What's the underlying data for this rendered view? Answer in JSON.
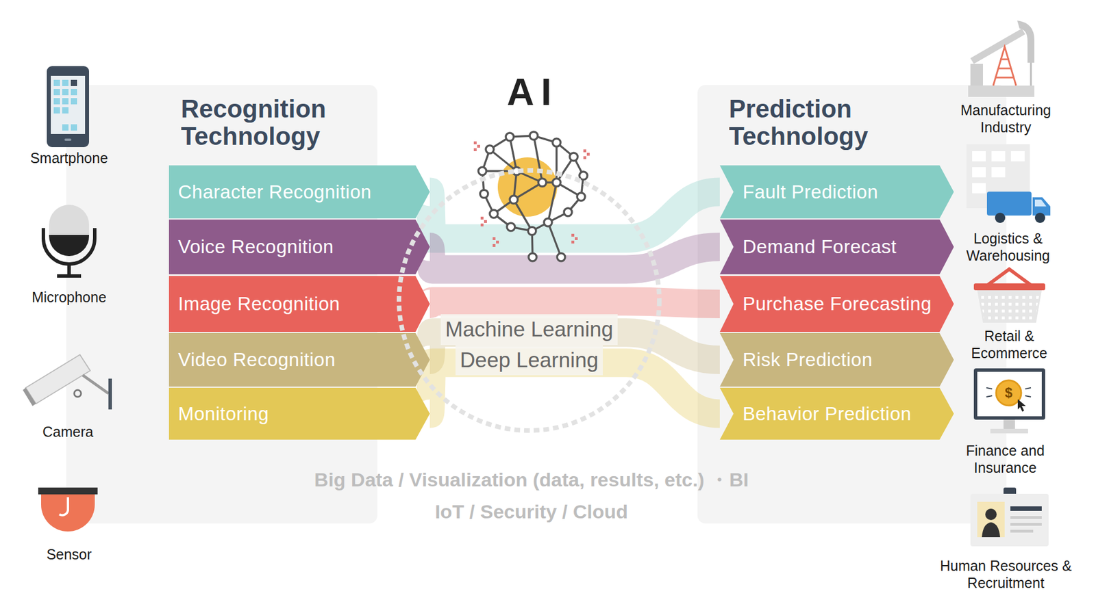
{
  "diagram": {
    "title": "AI",
    "nodes": [
      {
        "text": [
          "Recognition Technology"
        ]
      },
      {
        "text": [
          "Character Recognition"
        ]
      },
      {
        "text": [
          "Voice Recognition"
        ]
      },
      {
        "text": [
          "Image Recognition"
        ]
      },
      {
        "text": [
          "Video Recognition"
        ]
      },
      {
        "text": [
          "Monitoring"
        ]
      },
      {
        "text": [
          "Machine Learning",
          "Deep Learning"
        ]
      },
      {
        "text": [
          "Prediction Technology"
        ]
      },
      {
        "text": [
          "Fault Prediction"
        ]
      },
      {
        "text": [
          "Demand Forecast"
        ]
      },
      {
        "text": [
          "Purchase Forecasting"
        ]
      },
      {
        "text": [
          "Risk Prediction"
        ]
      },
      {
        "text": [
          "Behavior Prediction"
        ]
      }
    ],
    "edges": [
      {
        "from": 1,
        "to": 8,
        "arrow": "none"
      },
      {
        "from": 2,
        "to": 9,
        "arrow": "none"
      },
      {
        "from": 3,
        "to": 10,
        "arrow": "none"
      },
      {
        "from": 4,
        "to": 11,
        "arrow": "none"
      },
      {
        "from": 5,
        "to": 12,
        "arrow": "none"
      }
    ],
    "labels": [
      "Smartphone",
      "Microphone",
      "Camera",
      "Sensor",
      "Manufacturing Industry",
      "Logistics & Warehousing",
      "Retail & Ecommerce",
      "Finance and Insurance",
      "Human Resources & Recruitment",
      "$",
      "Big Data / Visualization (data, results, etc.) ・BI",
      "IoT / Security / Cloud"
    ]
  }
}
